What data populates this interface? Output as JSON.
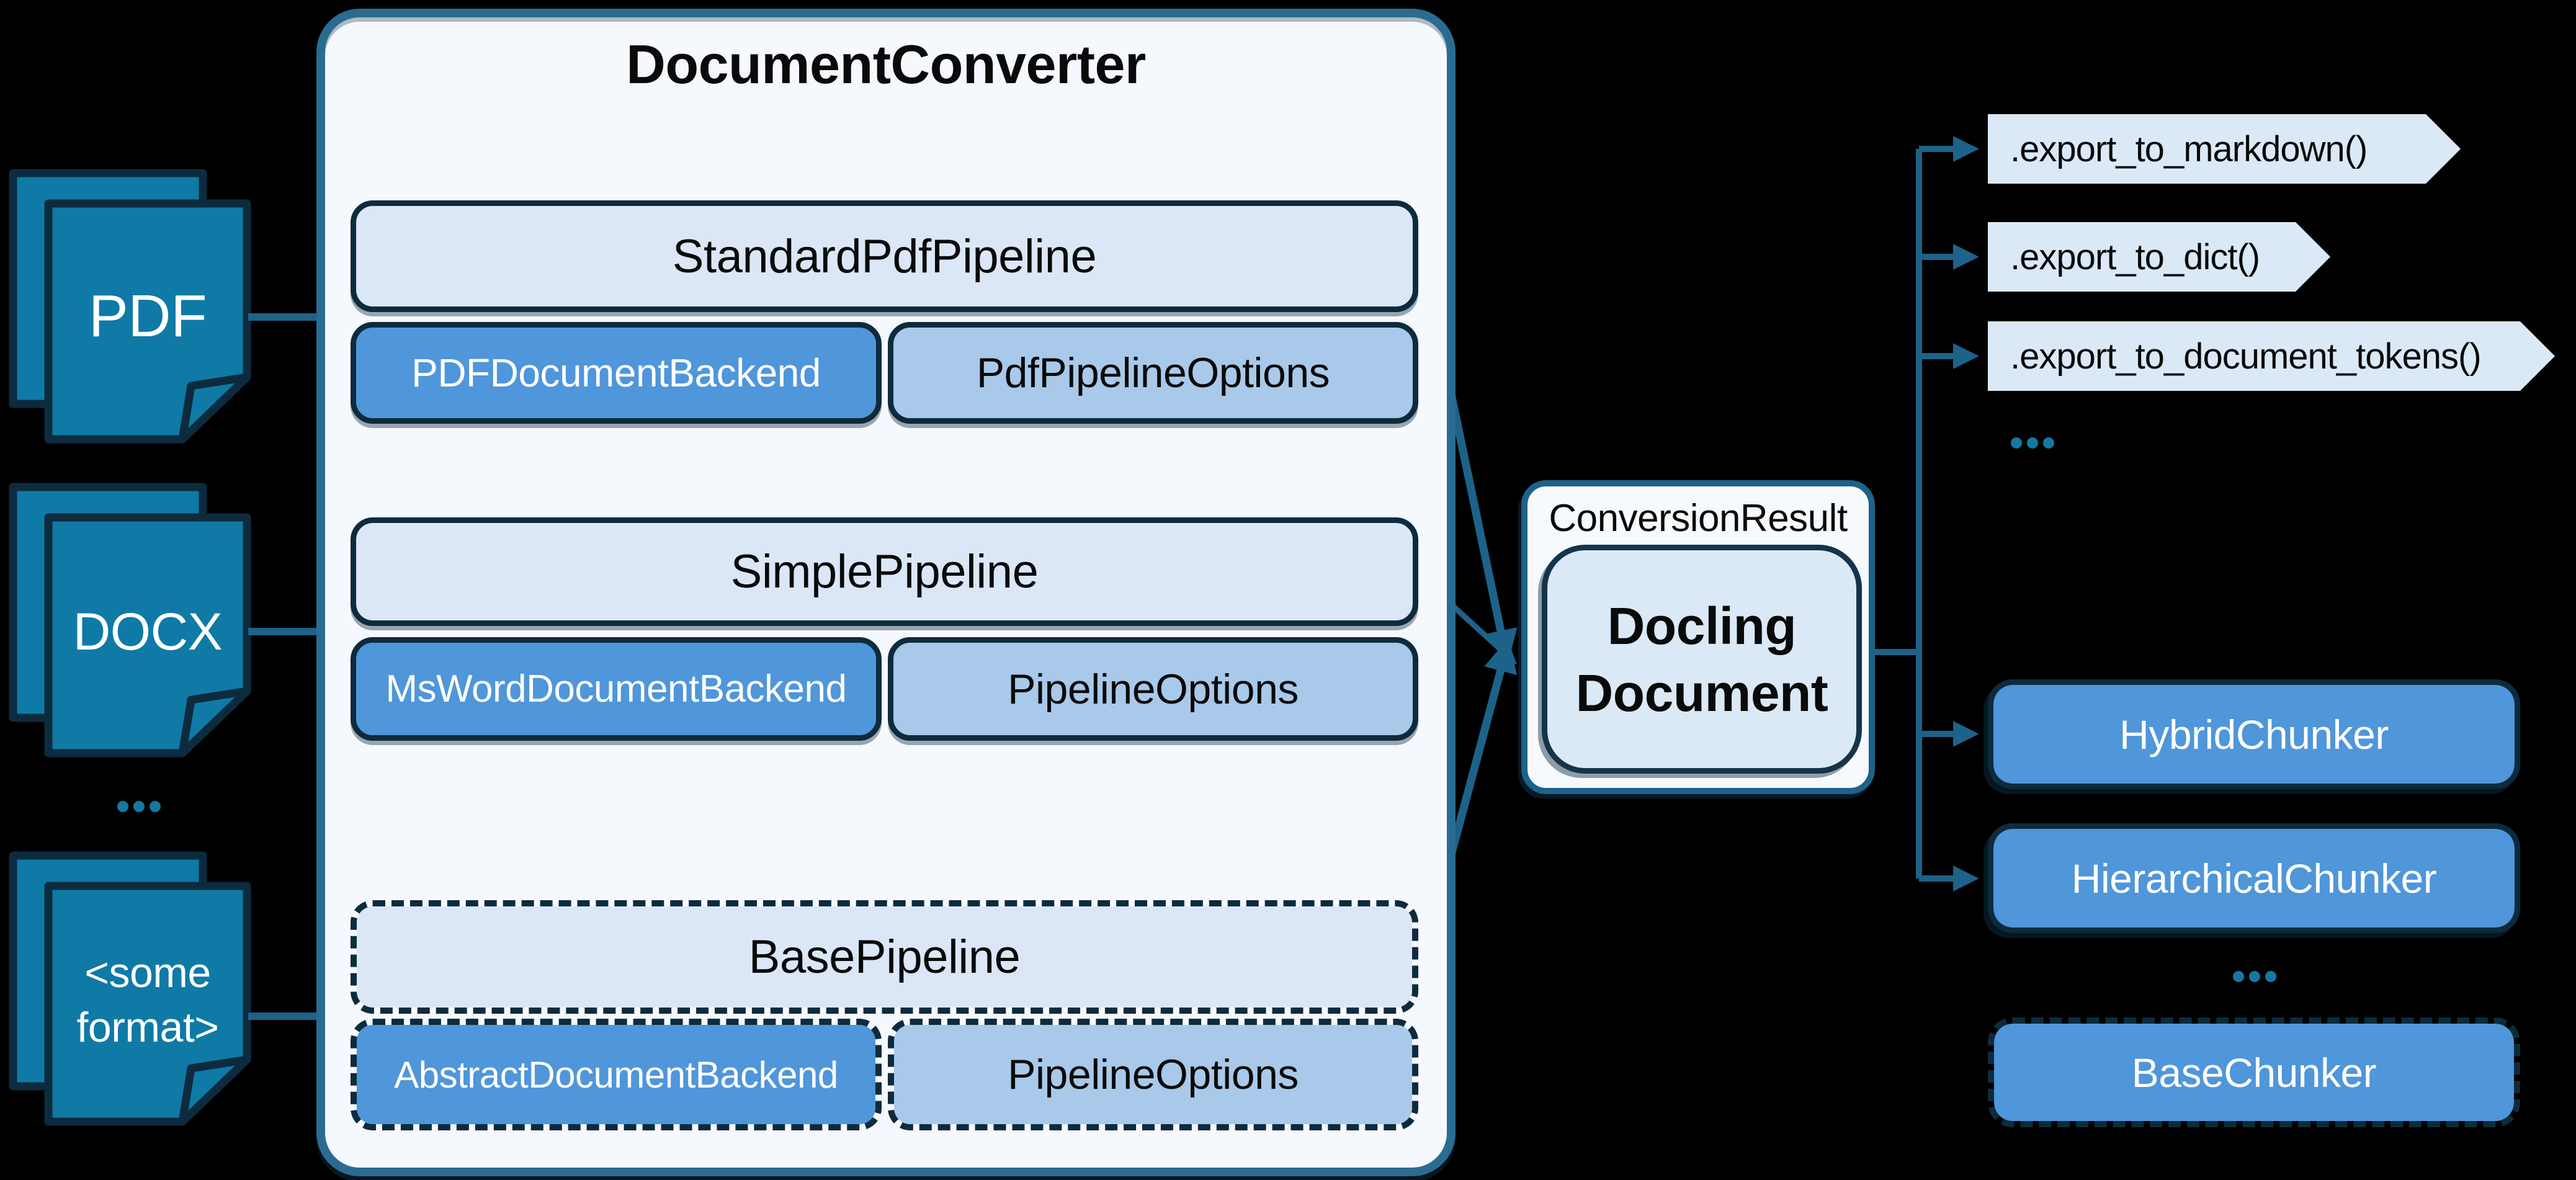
{
  "colors": {
    "background": "#000000",
    "converter_fill": "#f5f8fd",
    "converter_border": "#2a6c91",
    "pipeline_fill": "#dbe7f6",
    "backend_fill": "#4f96da",
    "options_fill": "#a9c9ea",
    "dark_outline": "#0d2b3d",
    "document_icon_fill": "#0f7aa6",
    "arrow": "#1d6289",
    "ellipsis_dot": "#1578a3",
    "chevron_fill": "#dbe9f7",
    "chunker_fill": "#4f96da",
    "result_fill": "#f7fafd",
    "docling_fill": "#dbe9f6"
  },
  "inputs": {
    "pdf": "PDF",
    "docx": "DOCX",
    "some_line1": "<some",
    "some_line2": "format>",
    "ellipsis": "..."
  },
  "converter": {
    "title": "DocumentConverter",
    "ellipsis": "...",
    "groups": [
      {
        "pipeline": "StandardPdfPipeline",
        "backend": "PDFDocumentBackend",
        "options": "PdfPipelineOptions"
      },
      {
        "pipeline": "SimplePipeline",
        "backend": "MsWordDocumentBackend",
        "options": "PipelineOptions"
      },
      {
        "pipeline": "BasePipeline",
        "backend": "AbstractDocumentBackend",
        "options": "PipelineOptions"
      }
    ]
  },
  "result": {
    "label": "ConversionResult",
    "document_line1": "Docling",
    "document_line2": "Document"
  },
  "exports": {
    "items": [
      ".export_to_markdown()",
      ".export_to_dict()",
      ".export_to_document_tokens()"
    ],
    "ellipsis": "..."
  },
  "chunkers": {
    "hybrid": "HybridChunker",
    "hierarchical": "HierarchicalChunker",
    "base": "BaseChunker",
    "ellipsis": "..."
  }
}
